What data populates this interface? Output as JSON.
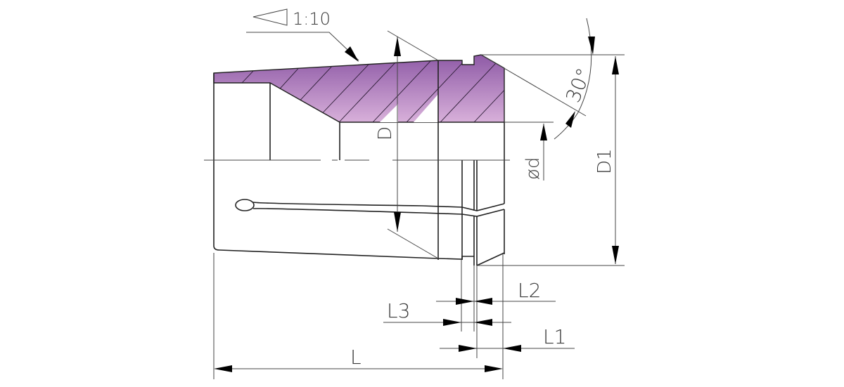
{
  "drawing": {
    "subject": "ER collet cross-section",
    "colors": {
      "section_fill_top": "#8e5aa6",
      "section_fill_bottom": "#d4a8d6",
      "line": "#222222",
      "background": "#ffffff"
    },
    "taper_note": {
      "symbol": "taper-triangle",
      "ratio": "1:10"
    },
    "angle_label": "30°",
    "dimensions": {
      "D": "D",
      "D1": "D1",
      "phi_d": "ød",
      "L": "L",
      "L1": "L1",
      "L2": "L2",
      "L3": "L3"
    }
  }
}
